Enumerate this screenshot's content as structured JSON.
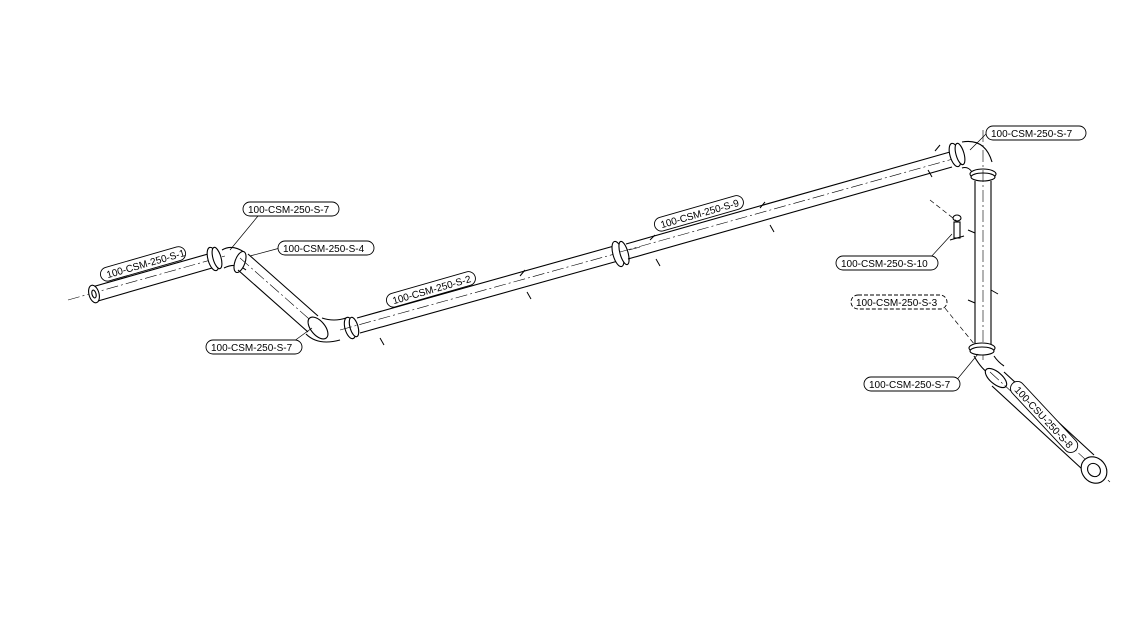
{
  "drawing": {
    "title": "",
    "line_color": "#000000",
    "background": "#ffffff"
  },
  "labels": [
    {
      "id": "label-s1",
      "text": "100-CSM-250-S-1",
      "style": "rotated"
    },
    {
      "id": "label-s7-a",
      "text": "100-CSM-250-S-7",
      "style": "boxed"
    },
    {
      "id": "label-s4",
      "text": "100-CSM-250-S-4",
      "style": "boxed"
    },
    {
      "id": "label-s7-b",
      "text": "100-CSM-250-S-7",
      "style": "boxed"
    },
    {
      "id": "label-s2",
      "text": "100-CSM-250-S-2",
      "style": "rotated"
    },
    {
      "id": "label-s9",
      "text": "100-CSM-250-S-9",
      "style": "rotated"
    },
    {
      "id": "label-s7-c",
      "text": "100-CSM-250-S-7",
      "style": "boxed"
    },
    {
      "id": "label-s10",
      "text": "100-CSM-250-S-10",
      "style": "boxed"
    },
    {
      "id": "label-s3",
      "text": "100-CSM-250-S-3",
      "style": "dashed"
    },
    {
      "id": "label-s7-d",
      "text": "100-CSM-250-S-7",
      "style": "boxed"
    },
    {
      "id": "label-s8",
      "text": "100-CSU-250-S-8",
      "style": "rotated"
    }
  ]
}
